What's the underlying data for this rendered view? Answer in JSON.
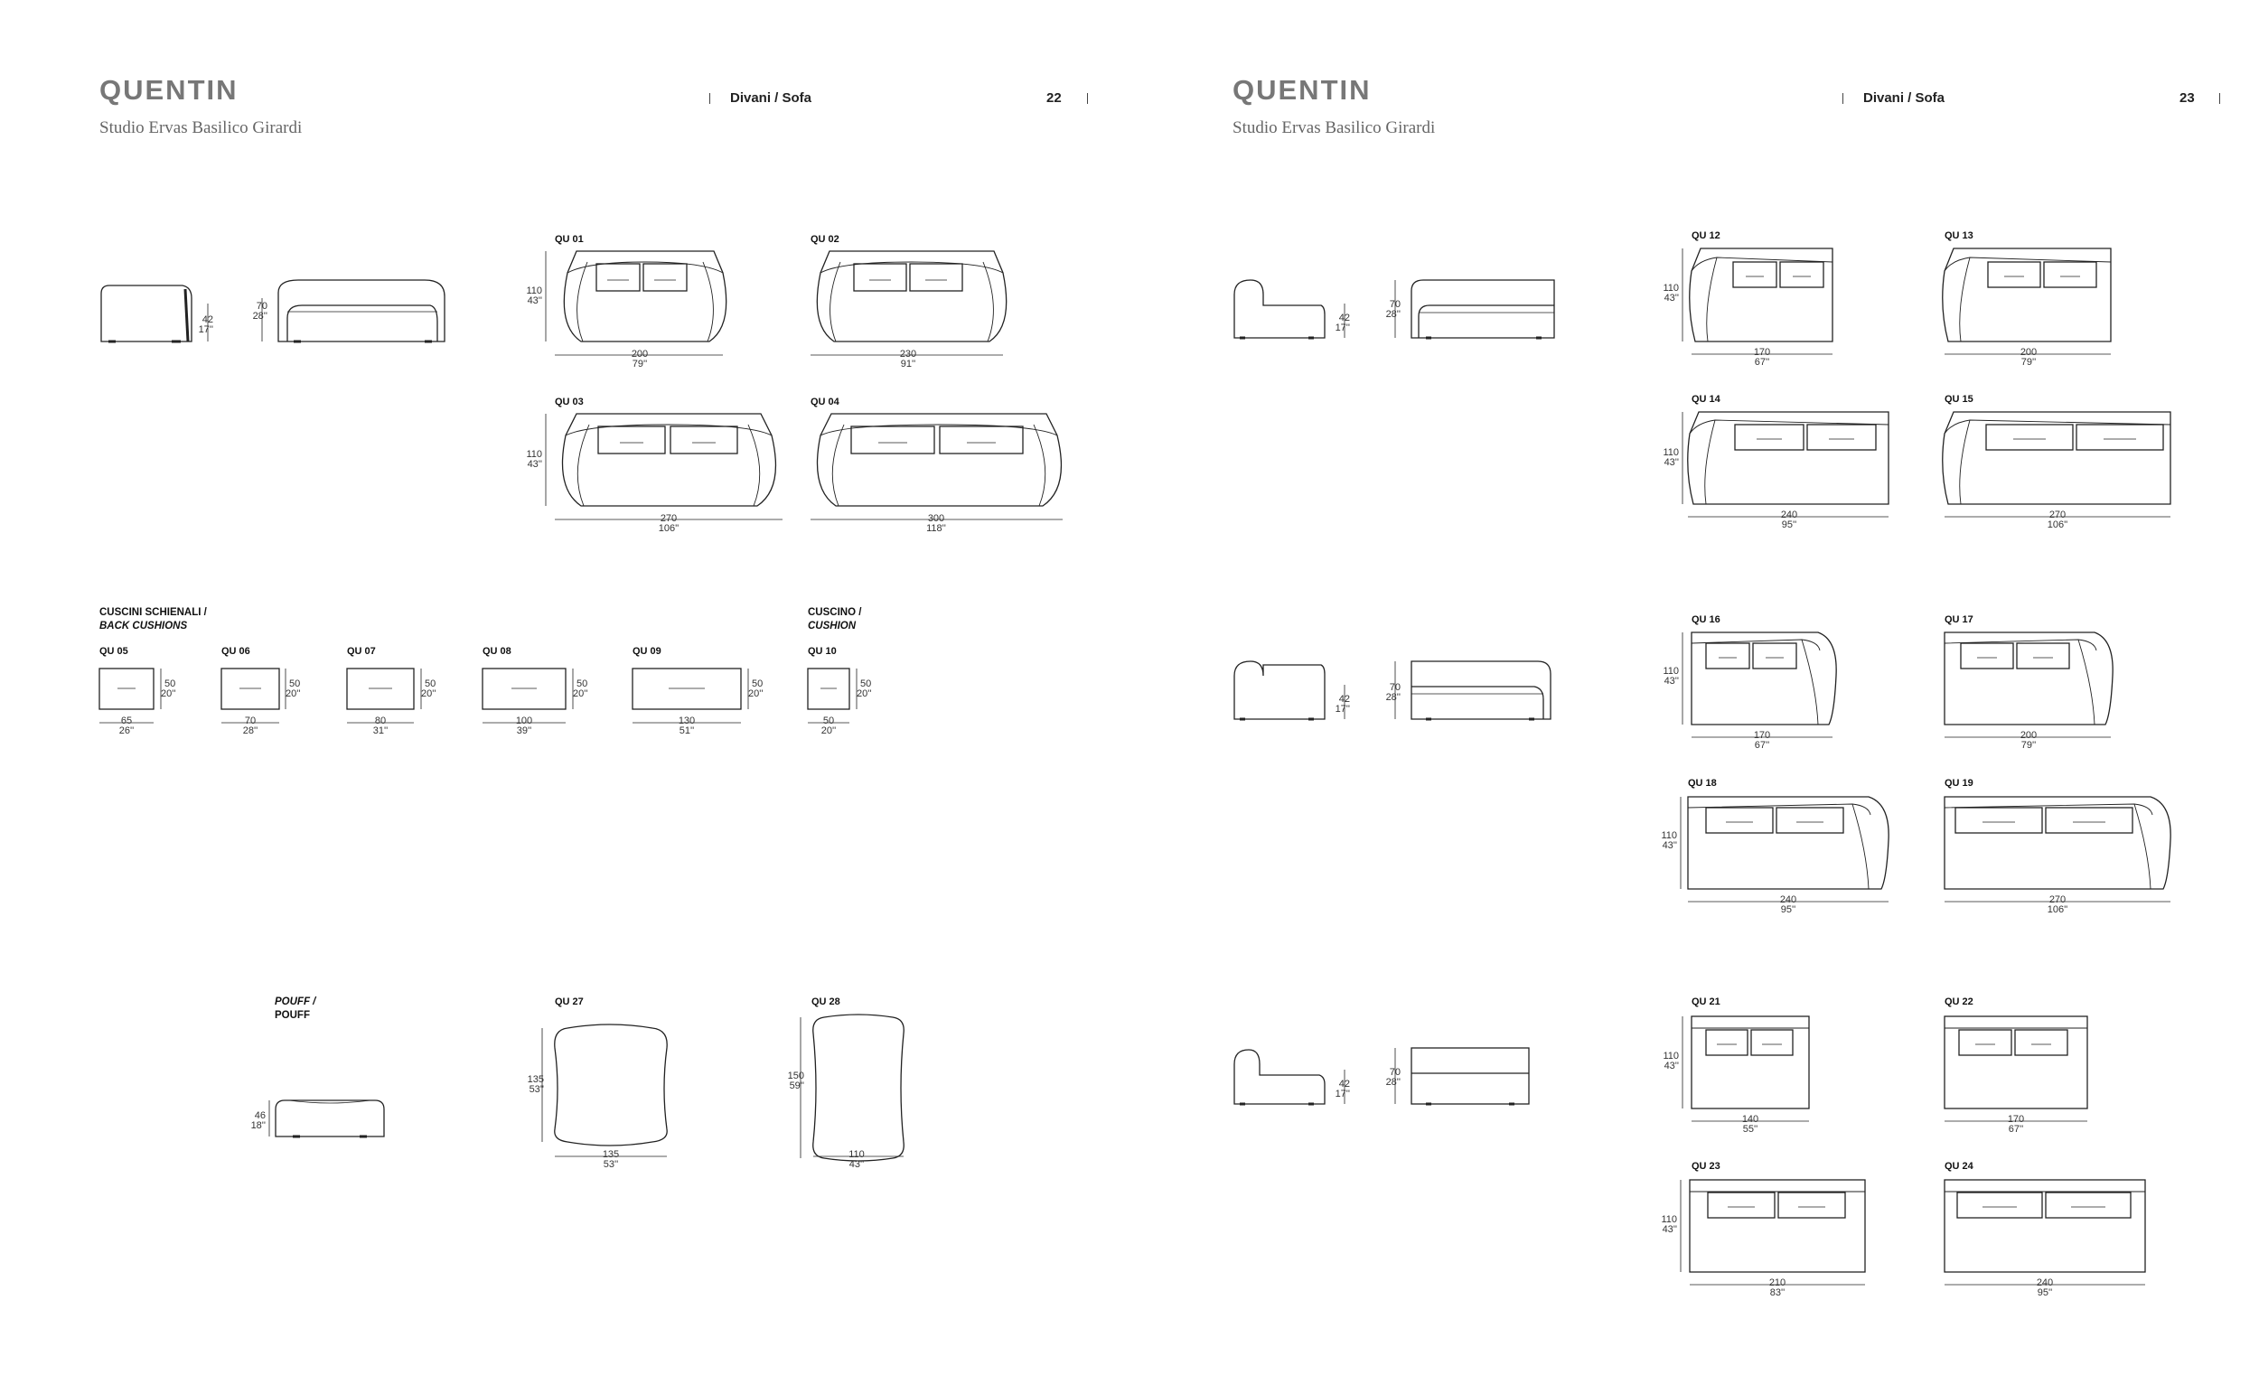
{
  "pages": [
    {
      "title": "QUENTIN",
      "designer": "Studio Ervas Basilico Girardi",
      "section": "Divani / Sofa",
      "page_number": "22"
    },
    {
      "title": "QUENTIN",
      "designer": "Studio Ervas Basilico Girardi",
      "section": "Divani / Sofa",
      "page_number": "23"
    }
  ],
  "headings": {
    "back_cushions_it": "CUSCINI SCHIENALI /",
    "back_cushions_en": "BACK CUSHIONS",
    "cushion_it": "CUSCINO /",
    "cushion_en": "CUSHION",
    "pouff_it": "POUFF /",
    "pouff_en": "POUFF"
  },
  "side_views": [
    {
      "h": "42",
      "hi": "17''"
    },
    {
      "h": "70",
      "hi": "28''"
    },
    {
      "h": "42",
      "hi": "17''"
    },
    {
      "h": "70",
      "hi": "28''"
    },
    {
      "h": "42",
      "hi": "17''"
    },
    {
      "h": "70",
      "hi": "28''"
    },
    {
      "h": "42",
      "hi": "17''"
    },
    {
      "h": "70",
      "hi": "28''"
    },
    {
      "h": "46",
      "hi": "18''"
    }
  ],
  "models": [
    {
      "code": "QU 01",
      "w": "200",
      "wi": "79''",
      "h": "110",
      "hi": "43''"
    },
    {
      "code": "QU 02",
      "w": "230",
      "wi": "91''"
    },
    {
      "code": "QU 03",
      "w": "270",
      "wi": "106''",
      "h": "110",
      "hi": "43''"
    },
    {
      "code": "QU 04",
      "w": "300",
      "wi": "118''"
    },
    {
      "code": "QU 05",
      "w": "65",
      "wi": "26''",
      "h": "50",
      "hi": "20''"
    },
    {
      "code": "QU 06",
      "w": "70",
      "wi": "28''",
      "h": "50",
      "hi": "20''"
    },
    {
      "code": "QU 07",
      "w": "80",
      "wi": "31''",
      "h": "50",
      "hi": "20''"
    },
    {
      "code": "QU 08",
      "w": "100",
      "wi": "39''",
      "h": "50",
      "hi": "20''"
    },
    {
      "code": "QU 09",
      "w": "130",
      "wi": "51''",
      "h": "50",
      "hi": "20''"
    },
    {
      "code": "QU 10",
      "w": "50",
      "wi": "20''",
      "h": "50",
      "hi": "20''"
    },
    {
      "code": "QU 27",
      "w": "135",
      "wi": "53''",
      "h": "135",
      "hi": "53''"
    },
    {
      "code": "QU 28",
      "w": "110",
      "wi": "43''",
      "h": "150",
      "hi": "59''"
    },
    {
      "code": "QU 12",
      "w": "170",
      "wi": "67''",
      "h": "110",
      "hi": "43''"
    },
    {
      "code": "QU 13",
      "w": "200",
      "wi": "79''"
    },
    {
      "code": "QU 14",
      "w": "240",
      "wi": "95''",
      "h": "110",
      "hi": "43''"
    },
    {
      "code": "QU 15",
      "w": "270",
      "wi": "106''"
    },
    {
      "code": "QU 16",
      "w": "170",
      "wi": "67''",
      "h": "110",
      "hi": "43''"
    },
    {
      "code": "QU 17",
      "w": "200",
      "wi": "79''"
    },
    {
      "code": "QU 18",
      "w": "240",
      "wi": "95''",
      "h": "110",
      "hi": "43''"
    },
    {
      "code": "QU 19",
      "w": "270",
      "wi": "106''"
    },
    {
      "code": "QU 21",
      "w": "140",
      "wi": "55''",
      "h": "110",
      "hi": "43''"
    },
    {
      "code": "QU 22",
      "w": "170",
      "wi": "67''"
    },
    {
      "code": "QU 23",
      "w": "210",
      "wi": "83''",
      "h": "110",
      "hi": "43''"
    },
    {
      "code": "QU 24",
      "w": "240",
      "wi": "95''"
    }
  ]
}
